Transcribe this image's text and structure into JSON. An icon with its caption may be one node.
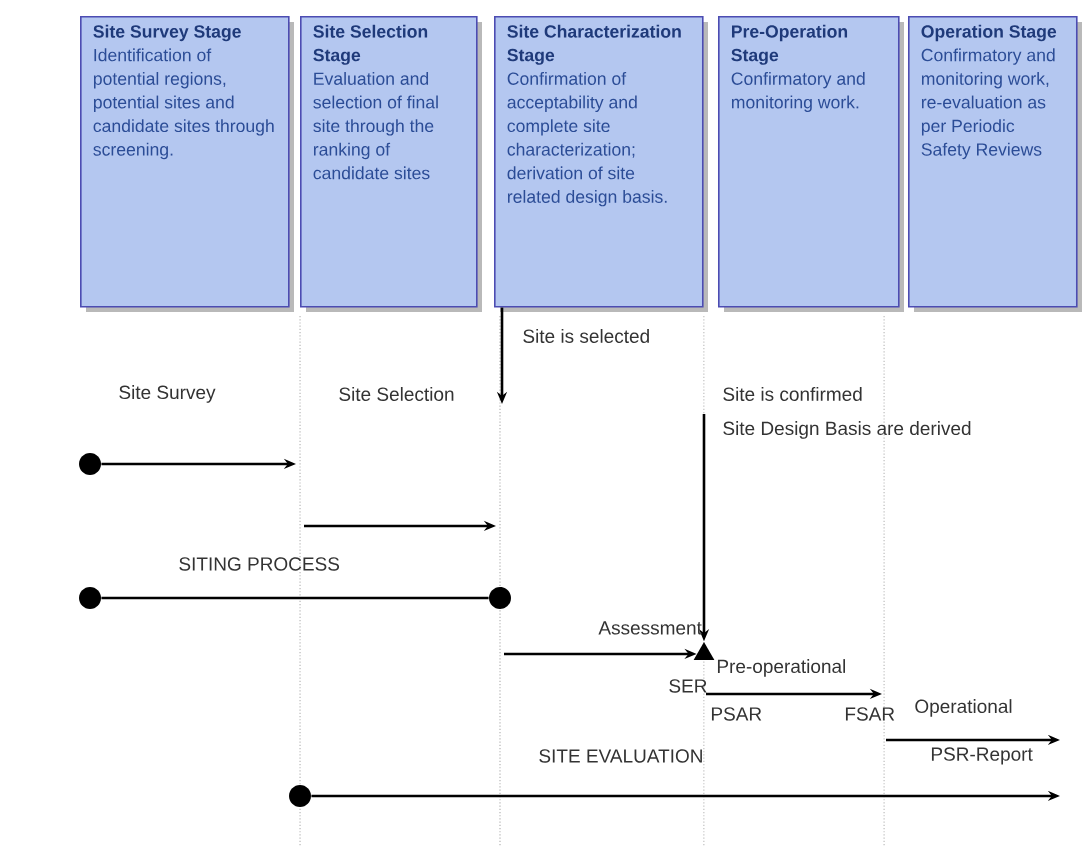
{
  "diagram": {
    "nodes": [
      {
        "text": [
          "Site Survey Stage",
          "Identification of potential regions, potential sites and candidate sites through screening."
        ]
      },
      {
        "text": [
          "Site Selection Stage",
          "Evaluation and selection of final site through the ranking of candidate sites"
        ]
      },
      {
        "text": [
          "Site Characterization Stage",
          "Confirmation of acceptability and complete site characterization; derivation of site related design basis."
        ]
      },
      {
        "text": [
          "Pre-Operation Stage",
          "Confirmatory and monitoring work."
        ]
      },
      {
        "text": [
          "Operation Stage",
          "Confirmatory and monitoring work, re-evaluation as per Periodic Safety Reviews"
        ]
      },
      {
        "text": [],
        "shape": "circle"
      },
      {
        "text": [],
        "shape": "circle"
      },
      {
        "text": [],
        "shape": "circle"
      },
      {
        "text": [],
        "shape": "triangle"
      },
      {
        "text": [],
        "shape": "circle"
      }
    ],
    "edges": [
      {
        "from": 5,
        "to": null,
        "arrow": "to"
      },
      {
        "from": 6,
        "to": 7,
        "arrow": "none"
      },
      {
        "from": null,
        "to": 8,
        "arrow": "to"
      },
      {
        "from": null,
        "to": 8,
        "arrow": "to"
      },
      {
        "from": 9,
        "to": null,
        "arrow": "to"
      },
      {
        "from": 2,
        "to": null,
        "arrow": "to"
      }
    ],
    "labels": [
      "Site is selected",
      "Site Survey",
      "Site Selection",
      "Site is confirmed",
      "Site Design Basis are derived",
      "SITING PROCESS",
      "Assessment",
      "Pre-operational",
      "SER",
      "PSAR",
      "FSAR",
      "Operational",
      "SITE EVALUATION",
      "PSR-Report"
    ]
  }
}
